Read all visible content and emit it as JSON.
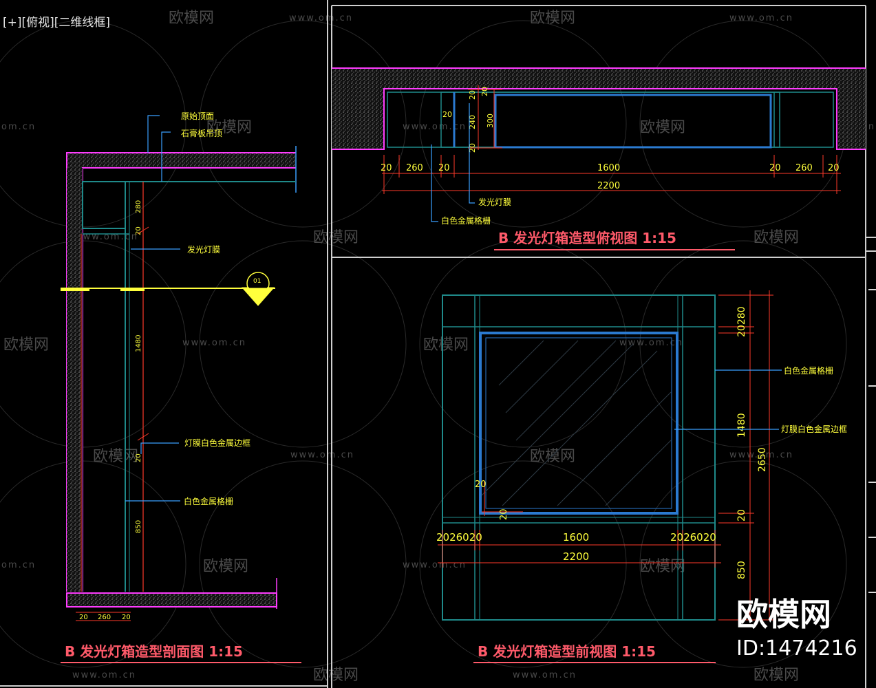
{
  "viewport": {
    "parts": [
      "[+]",
      "[俯视]",
      "[二维线框]"
    ]
  },
  "colors": {
    "background": "#000000",
    "dim": "#ff3a2a",
    "annotation": "#ffff3c",
    "leader": "#3aa0ff",
    "wall": "#ff3cff",
    "frame": "#2b7ad0",
    "title": "#ff5a6a",
    "border": "#ffffff"
  },
  "watermark": {
    "brand": "欧模网",
    "url": "www.om.cn",
    "url_short": "om.cn"
  },
  "section_view": {
    "title": "B  发光灯箱造型剖面图  1:15",
    "labels": {
      "ceiling": "原始顶面",
      "gypsum": "石膏板吊顶",
      "light_film": "发光灯膜",
      "trim": "灯膜白色金属边框",
      "grid": "白色金属格栅"
    },
    "section_mark": "01",
    "dims_vertical": [
      "280",
      "20",
      "1480",
      "20",
      "850"
    ],
    "dims_bottom": [
      "20",
      "260",
      "20"
    ]
  },
  "top_view": {
    "title": "B  发光灯箱造型俯视图  1:15",
    "labels": {
      "light_film": "发光灯膜",
      "grid": "白色金属格栅"
    },
    "dims_small": [
      "20",
      "20",
      "20",
      "240",
      "20",
      "300"
    ],
    "dims_row1": [
      "20",
      "260",
      "20",
      "1600",
      "20",
      "260",
      "20"
    ],
    "dims_total": "2200"
  },
  "front_view": {
    "title": "B  发光灯箱造型前视图  1:15",
    "labels": {
      "grid": "白色金属格栅",
      "trim": "灯膜白色金属边框"
    },
    "dims_right": [
      "20280",
      "1480",
      "2650",
      "20",
      "850"
    ],
    "dims_inner": [
      "20",
      "20"
    ],
    "dims_row_left": "2026020",
    "dims_row_mid": "1600",
    "dims_row_right": "2026020",
    "dims_total": "2200"
  },
  "stamp": {
    "brand": "欧模网",
    "id": "ID:1474216"
  }
}
